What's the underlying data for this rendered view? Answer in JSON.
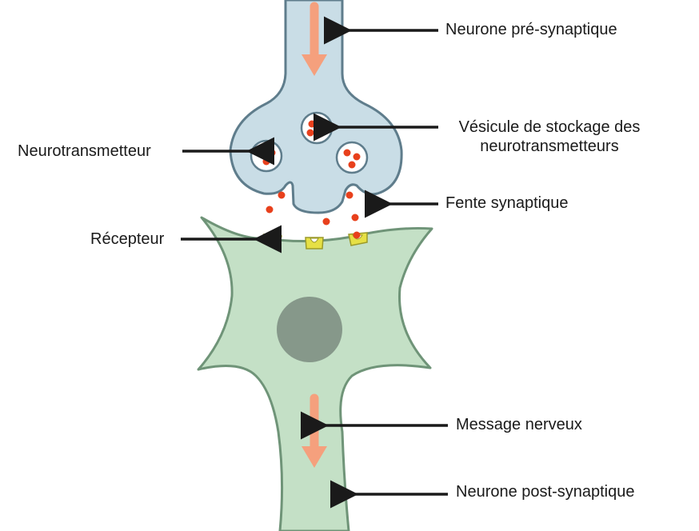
{
  "labels": {
    "presynaptic": "Neurone pré-synaptique",
    "vesicle_line1": "Vésicule de stockage des",
    "vesicle_line2": "neurotransmetteurs",
    "neurotransmitter": "Neurotransmetteur",
    "cleft": "Fente synaptique",
    "receptor": "Récepteur",
    "nerve_message": "Message nerveux",
    "postsynaptic": "Neurone post-synaptique"
  },
  "colors": {
    "presynaptic_fill": "#c9dde6",
    "presynaptic_stroke": "#5f7d8c",
    "postsynaptic_fill": "#c4e0c6",
    "postsynaptic_stroke": "#6f9478",
    "nucleus": "#86988a",
    "neurotransmitter": "#e8401c",
    "receptor": "#e6e045",
    "arrow_flow": "#f5a07d",
    "pointer": "#1a1a1a"
  }
}
